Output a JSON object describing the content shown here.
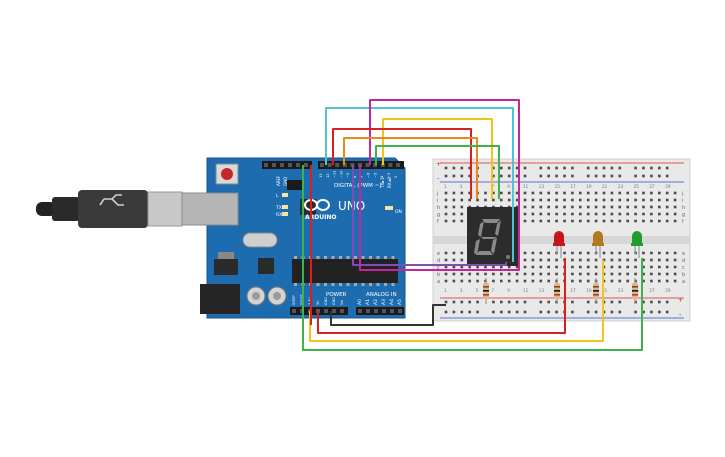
{
  "arduino": {
    "brand": "ARDUINO",
    "model": "UNO",
    "digital_label": "DIGITAL (PWM ~)",
    "power_label": "POWER",
    "analog_label": "ANALOG IN",
    "on_label": "ON",
    "tx_label": "TX",
    "rx_label": "RX",
    "l_label": "L",
    "aref_label": "AREF",
    "gnd_label": "GND",
    "tx_pin_label": "TX►1",
    "rx_pin_label": "RX◄0",
    "analog_pins": [
      "A0",
      "A1",
      "A2",
      "A3",
      "A4",
      "A5"
    ],
    "power_pins": [
      "IOREF",
      "RESET",
      "3.3V",
      "5V",
      "GND",
      "GND",
      "Vin"
    ],
    "digital_pins": [
      "13",
      "12",
      "~11",
      "~10",
      "~9",
      "8",
      "7",
      "~6",
      "~5",
      "4",
      "~3",
      "2"
    ]
  },
  "breadboard": {
    "row_letters_top": [
      "j",
      "i",
      "h",
      "g",
      "f"
    ],
    "row_letters_bottom": [
      "e",
      "d",
      "c",
      "b",
      "a"
    ],
    "col_numbers": [
      1,
      3,
      5,
      7,
      9,
      11,
      13,
      15,
      17,
      19,
      21,
      23,
      25,
      27,
      29
    ],
    "plus": "+",
    "minus": "-"
  },
  "components": {
    "leds": [
      {
        "color_name": "red",
        "color": "#c4161c"
      },
      {
        "color_name": "amber",
        "color": "#b07a20"
      },
      {
        "color_name": "green",
        "color": "#1f9e2f"
      }
    ],
    "seven_segment_digit": "8"
  },
  "colors": {
    "board": "#1e6cb0",
    "breadboard": "#e9e9e9",
    "wire_cyan": "#56c2cf",
    "wire_magenta": "#c5279a",
    "wire_yellow": "#f0c419",
    "wire_red": "#d9201e",
    "wire_orange": "#e88a1a",
    "wire_green": "#3cb44b",
    "wire_purple": "#7b4fb4",
    "wire_black": "#333333"
  }
}
